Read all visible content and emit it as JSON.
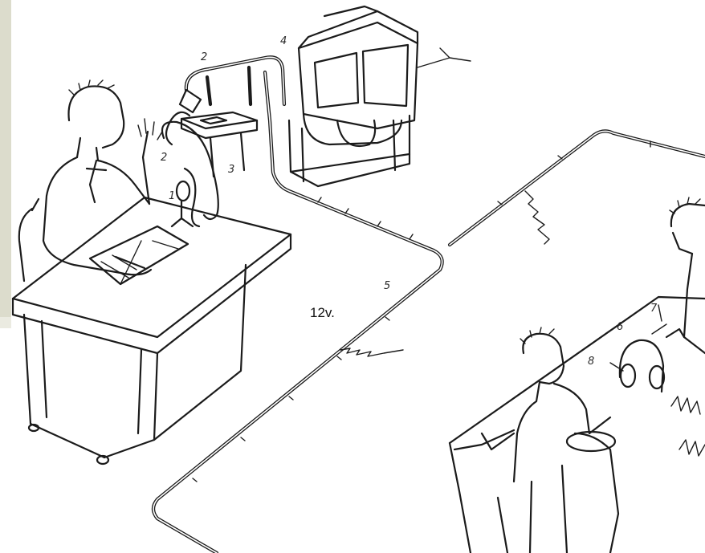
{
  "labels": {
    "voltage": "12v.",
    "n1": "1",
    "n2": "2",
    "n3": "3",
    "n4": "4",
    "n5": "5",
    "n6": "6",
    "n7": "7",
    "n8": "8"
  }
}
